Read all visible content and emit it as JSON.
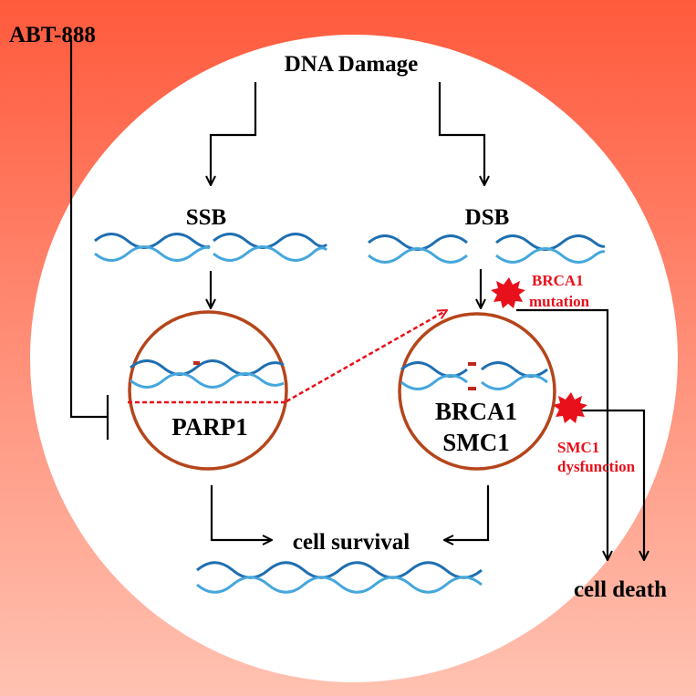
{
  "diagram": {
    "inhibitor": "ABT-888",
    "top": "DNA Damage",
    "ssb": "SSB",
    "dsb": "DSB",
    "parp": "PARP1",
    "brca1": "BRCA1",
    "smc1": "SMC1",
    "brca1_mut_line1": "BRCA1",
    "brca1_mut_line2": "mutation",
    "smc1_dys_line1": "SMC1",
    "smc1_dys_line2": "dysfunction",
    "survival": "cell survival",
    "death": "cell death"
  },
  "colors": {
    "background_top": "#ff5a3c",
    "background_bottom": "#ffc2b2",
    "nucleus": "#ffffff",
    "cell_border": "#b5451b",
    "dna_dark": "#1f6fb0",
    "dna_light": "#46a7dc",
    "alert_red": "#e8101a",
    "text": "#000000"
  }
}
